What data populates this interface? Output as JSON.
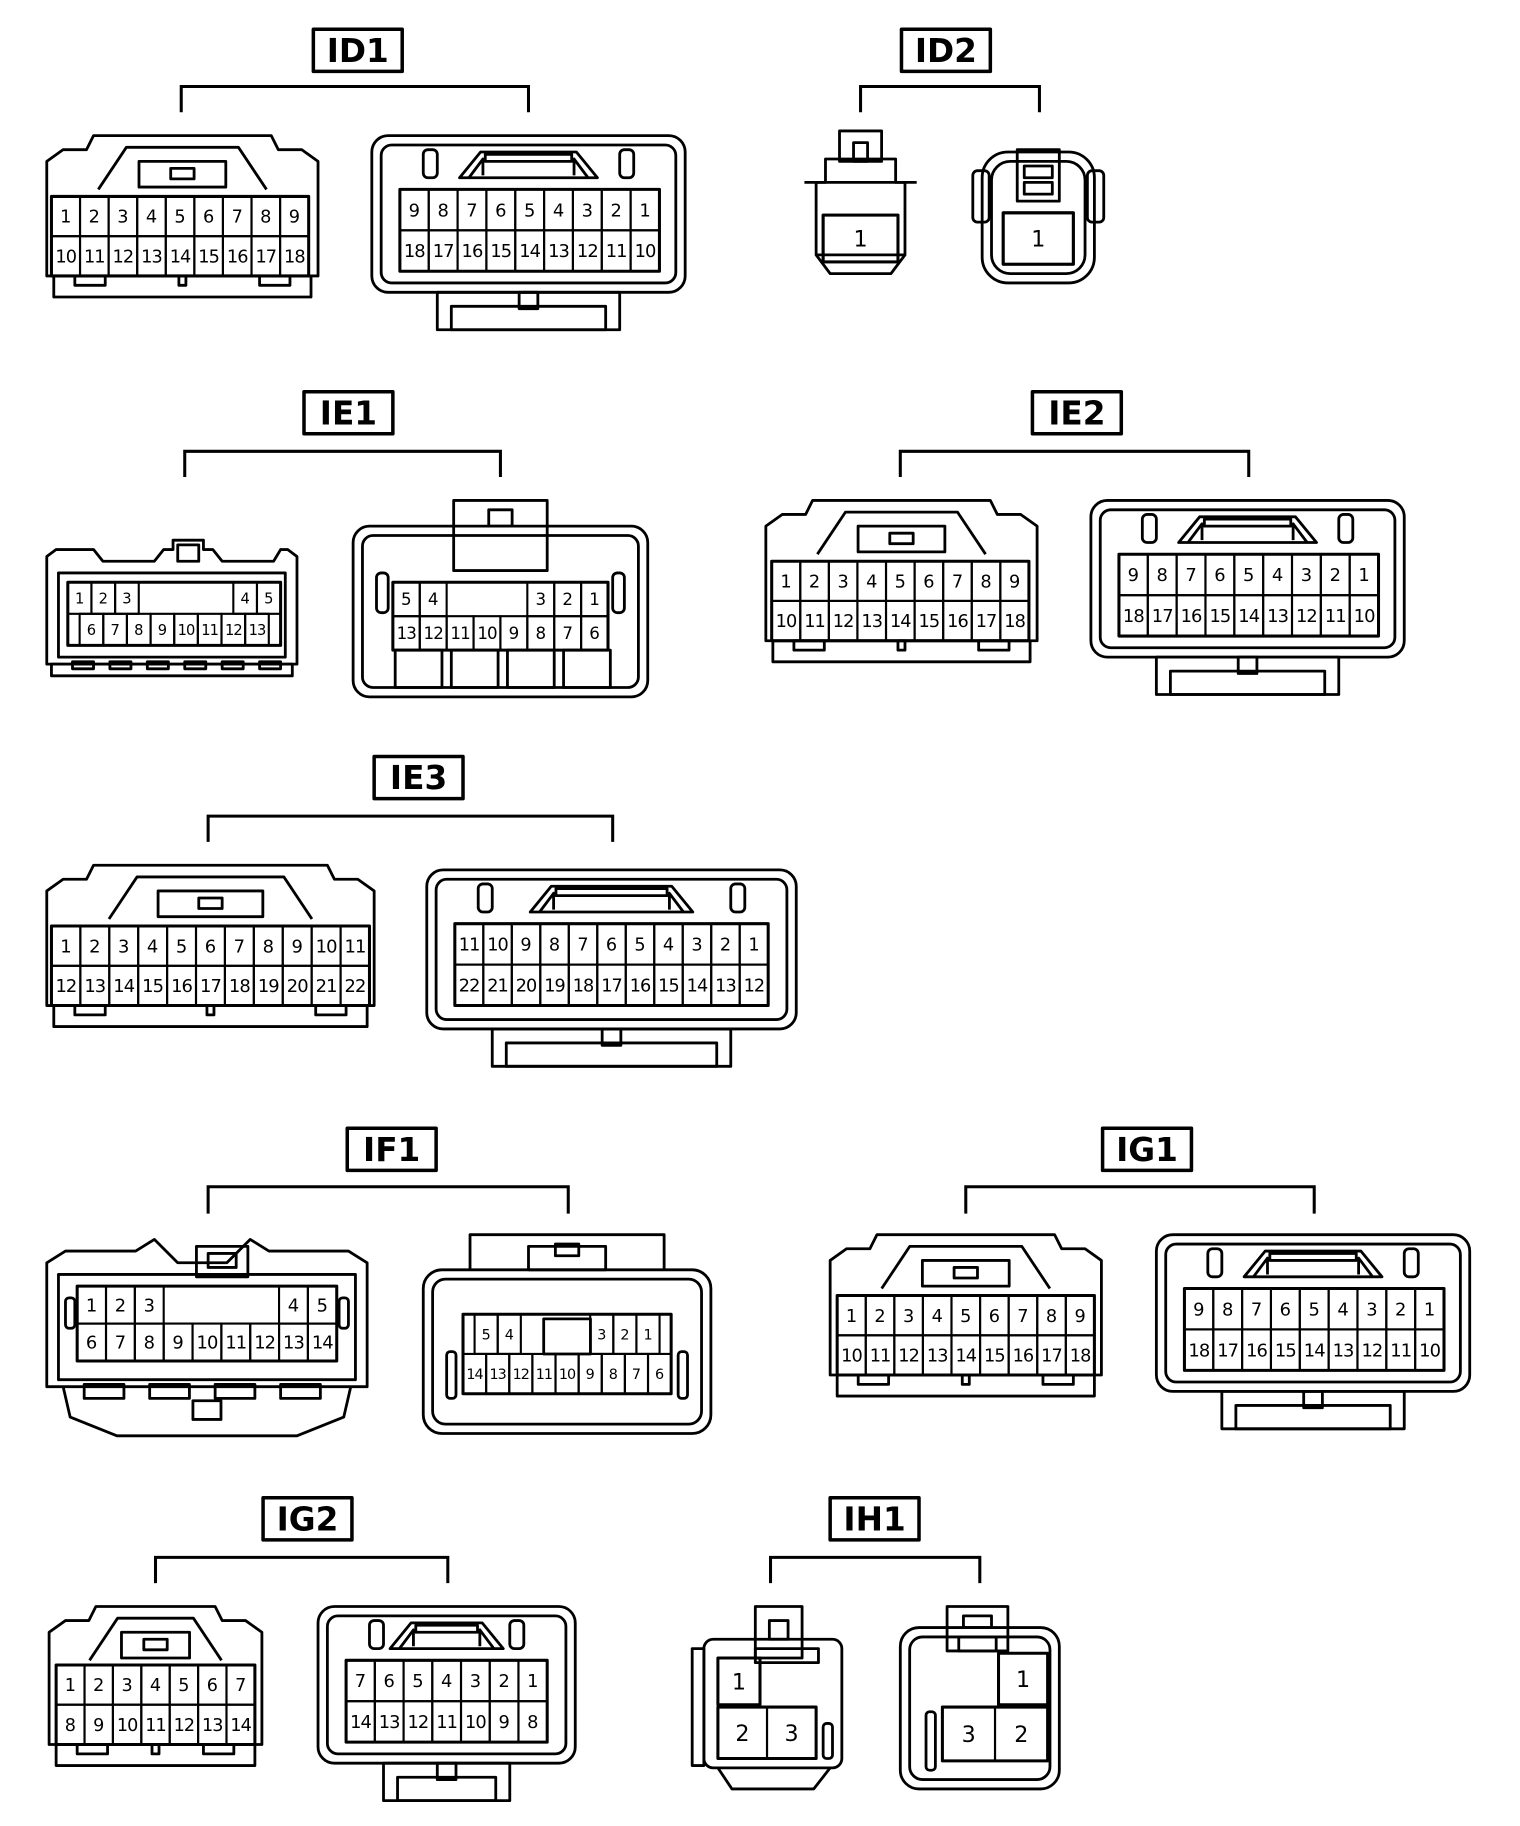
{
  "connectors": [
    {
      "id": "ID1",
      "label": "ID1",
      "halves": [
        {
          "pins": [
            [
              "1",
              "2",
              "3",
              "4",
              "5",
              "6",
              "7",
              "8",
              "9"
            ],
            [
              "10",
              "11",
              "12",
              "13",
              "14",
              "15",
              "16",
              "17",
              "18"
            ]
          ]
        },
        {
          "pins": [
            [
              "9",
              "8",
              "7",
              "6",
              "5",
              "4",
              "3",
              "2",
              "1"
            ],
            [
              "18",
              "17",
              "16",
              "15",
              "14",
              "13",
              "12",
              "11",
              "10"
            ]
          ]
        }
      ]
    },
    {
      "id": "ID2",
      "label": "ID2",
      "halves": [
        {
          "pins": [
            [
              "1"
            ]
          ]
        },
        {
          "pins": [
            [
              "1"
            ]
          ]
        }
      ]
    },
    {
      "id": "IE1",
      "label": "IE1",
      "halves": [
        {
          "pins": [
            [
              "1",
              "2",
              "3",
              "",
              "",
              "",
              "",
              "4",
              "5"
            ],
            [
              "6",
              "7",
              "8",
              "9",
              "10",
              "11",
              "12",
              "13"
            ]
          ]
        },
        {
          "pins": [
            [
              "5",
              "4",
              "",
              "",
              "",
              "3",
              "2",
              "1"
            ],
            [
              "13",
              "12",
              "11",
              "10",
              "9",
              "8",
              "7",
              "6"
            ]
          ]
        }
      ]
    },
    {
      "id": "IE2",
      "label": "IE2",
      "halves": [
        {
          "pins": [
            [
              "1",
              "2",
              "3",
              "4",
              "5",
              "6",
              "7",
              "8",
              "9"
            ],
            [
              "10",
              "11",
              "12",
              "13",
              "14",
              "15",
              "16",
              "17",
              "18"
            ]
          ]
        },
        {
          "pins": [
            [
              "9",
              "8",
              "7",
              "6",
              "5",
              "4",
              "3",
              "2",
              "1"
            ],
            [
              "18",
              "17",
              "16",
              "15",
              "14",
              "13",
              "12",
              "11",
              "10"
            ]
          ]
        }
      ]
    },
    {
      "id": "IE3",
      "label": "IE3",
      "halves": [
        {
          "pins": [
            [
              "1",
              "2",
              "3",
              "4",
              "5",
              "6",
              "7",
              "8",
              "9",
              "10",
              "11"
            ],
            [
              "12",
              "13",
              "14",
              "15",
              "16",
              "17",
              "18",
              "19",
              "20",
              "21",
              "22"
            ]
          ]
        },
        {
          "pins": [
            [
              "11",
              "10",
              "9",
              "8",
              "7",
              "6",
              "5",
              "4",
              "3",
              "2",
              "1"
            ],
            [
              "22",
              "21",
              "20",
              "19",
              "18",
              "17",
              "16",
              "15",
              "14",
              "13",
              "12"
            ]
          ]
        }
      ]
    },
    {
      "id": "IF1",
      "label": "IF1",
      "halves": [
        {
          "pins": [
            [
              "1",
              "2",
              "3",
              "",
              "",
              "",
              "",
              "4",
              "5"
            ],
            [
              "6",
              "7",
              "8",
              "9",
              "10",
              "11",
              "12",
              "13",
              "14"
            ]
          ]
        },
        {
          "pins": [
            [
              "5",
              "4",
              "",
              "",
              "",
              "3",
              "2",
              "1"
            ],
            [
              "14",
              "13",
              "12",
              "11",
              "10",
              "9",
              "8",
              "7",
              "6"
            ]
          ]
        }
      ]
    },
    {
      "id": "IG1",
      "label": "IG1",
      "halves": [
        {
          "pins": [
            [
              "1",
              "2",
              "3",
              "4",
              "5",
              "6",
              "7",
              "8",
              "9"
            ],
            [
              "10",
              "11",
              "12",
              "13",
              "14",
              "15",
              "16",
              "17",
              "18"
            ]
          ]
        },
        {
          "pins": [
            [
              "9",
              "8",
              "7",
              "6",
              "5",
              "4",
              "3",
              "2",
              "1"
            ],
            [
              "18",
              "17",
              "16",
              "15",
              "14",
              "13",
              "12",
              "11",
              "10"
            ]
          ]
        }
      ]
    },
    {
      "id": "IG2",
      "label": "IG2",
      "halves": [
        {
          "pins": [
            [
              "1",
              "2",
              "3",
              "4",
              "5",
              "6",
              "7"
            ],
            [
              "8",
              "9",
              "10",
              "11",
              "12",
              "13",
              "14"
            ]
          ]
        },
        {
          "pins": [
            [
              "7",
              "6",
              "5",
              "4",
              "3",
              "2",
              "1"
            ],
            [
              "14",
              "13",
              "12",
              "11",
              "10",
              "9",
              "8"
            ]
          ]
        }
      ]
    },
    {
      "id": "IH1",
      "label": "IH1",
      "halves": [
        {
          "pins": [
            [
              "1"
            ],
            [
              "2",
              "3"
            ]
          ]
        },
        {
          "pins": [
            [
              "1"
            ],
            [
              "3",
              "2"
            ]
          ]
        }
      ]
    }
  ]
}
